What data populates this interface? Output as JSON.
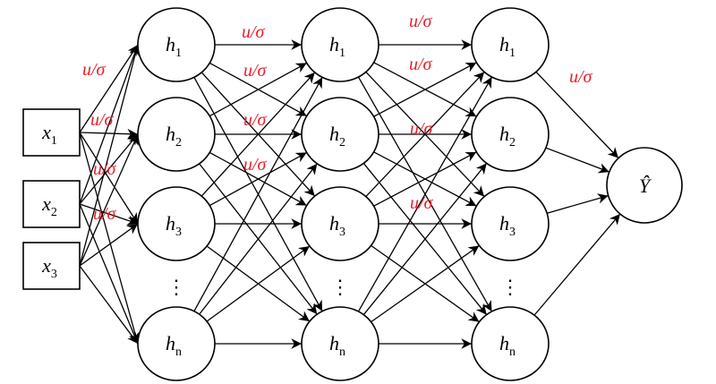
{
  "colors": {
    "weight_label": "#e8202a",
    "stroke": "#000000"
  },
  "inputs": [
    {
      "base": "x",
      "sub": "1"
    },
    {
      "base": "x",
      "sub": "2"
    },
    {
      "base": "x",
      "sub": "3"
    }
  ],
  "hidden_layers": [
    {
      "nodes": [
        {
          "base": "h",
          "sub": "1"
        },
        {
          "base": "h",
          "sub": "2"
        },
        {
          "base": "h",
          "sub": "3"
        },
        {
          "base": "h",
          "sub": "n"
        }
      ]
    },
    {
      "nodes": [
        {
          "base": "h",
          "sub": "1"
        },
        {
          "base": "h",
          "sub": "2"
        },
        {
          "base": "h",
          "sub": "3"
        },
        {
          "base": "h",
          "sub": "n"
        }
      ]
    },
    {
      "nodes": [
        {
          "base": "h",
          "sub": "1"
        },
        {
          "base": "h",
          "sub": "2"
        },
        {
          "base": "h",
          "sub": "3"
        },
        {
          "base": "h",
          "sub": "n"
        }
      ]
    }
  ],
  "ellipsis": "⋮",
  "output": {
    "label": "Ŷ"
  },
  "weight_label": "u/σ"
}
